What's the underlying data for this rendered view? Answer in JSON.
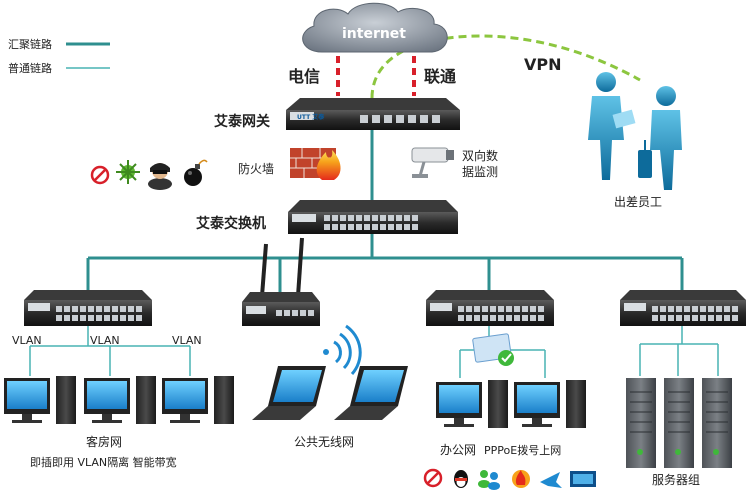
{
  "legend": {
    "aggregate": "汇聚链路",
    "normal": "普通链路",
    "aggregate_color": "#2f8f8f",
    "normal_color": "#49b3b3"
  },
  "cloud": {
    "label": "internet"
  },
  "isp": {
    "telecom": "电信",
    "unicom": "联通"
  },
  "vpn": {
    "label": "VPN",
    "color": "#8cc63f"
  },
  "gateway": {
    "label": "艾泰网关",
    "brand": "UTT 艾泰"
  },
  "firewall": {
    "label": "防火墙"
  },
  "monitor": {
    "line1": "双向数",
    "line2": "据监测"
  },
  "core_switch": {
    "label": "艾泰交换机"
  },
  "travel": {
    "label": "出差员工"
  },
  "vlan": [
    "VLAN",
    "VLAN",
    "VLAN"
  ],
  "guest": {
    "label": "客房网",
    "features": "即插即用 VLAN隔离 智能带宽"
  },
  "wifi": {
    "label": "公共无线网"
  },
  "office": {
    "label": "办公网",
    "sub": "PPPoE拨号上网"
  },
  "servers": {
    "label": "服务器组"
  },
  "icons": {
    "threats": [
      "no-entry-icon",
      "virus-icon",
      "hacker-icon",
      "bomb-icon"
    ],
    "apps": [
      "no-entry-icon",
      "qq-icon",
      "msn-icon",
      "flame-icon",
      "bird-icon",
      "video-icon"
    ]
  }
}
